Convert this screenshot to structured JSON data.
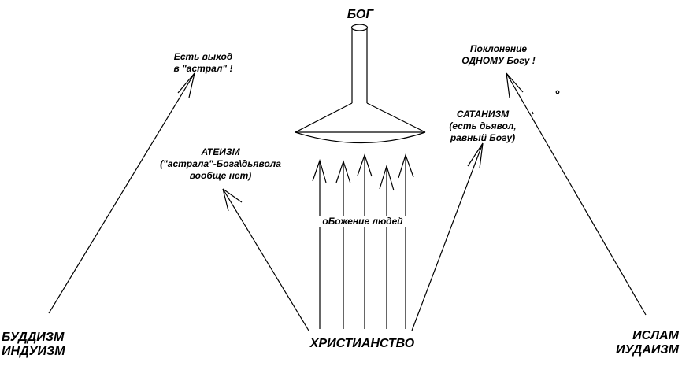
{
  "god": "БОГ",
  "christianity": "ХРИСТИАНСТВО",
  "buddhism": "БУДДИЗМ\nИНДУИЗМ",
  "islam": "ИСЛАМ\nИУДАИЗМ",
  "astral_exit": "Есть выход\nв \"астрал\" !",
  "worship_one": "Поклонение\nОДНОМУ Богу !",
  "atheism": "АТЕИЗМ\n(\"астрала\"-Бога\\дьявола\nвообще нет)",
  "satanism": "САТАНИЗМ\n(есть дьявол,\nравный Богу)",
  "deification": "оБожение людей"
}
